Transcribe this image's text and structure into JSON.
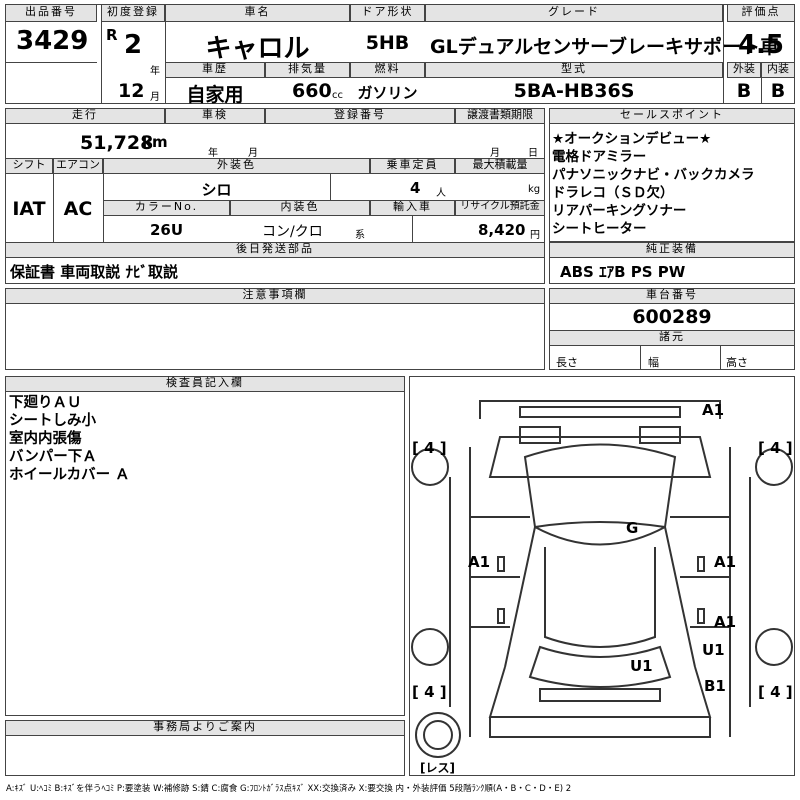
{
  "header": {
    "lot_label": "出品番号",
    "lot": "3429",
    "first_reg_label": "初度登録",
    "era": "R",
    "year": "2",
    "year_unit": "年",
    "month": "12",
    "month_unit": "月",
    "name_label": "車名",
    "name": "キャロル",
    "door_label": "ドア形状",
    "door": "5HB",
    "grade_label": "グレード",
    "grade": "GLデュアルセンサーブレーキサポート車",
    "score_label": "評価点",
    "score": "4.5",
    "history_label": "車歴",
    "history": "自家用",
    "disp_label": "排気量",
    "disp": "660",
    "disp_unit": "cc",
    "fuel_label": "燃料",
    "fuel": "ガソリン",
    "model_label": "型式",
    "model": "5BA-HB36S",
    "ext_label": "外装",
    "ext": "B",
    "int_label": "内装",
    "int": "B"
  },
  "row2": {
    "mileage_label": "走行",
    "mileage": "51,728",
    "mileage_unit": "km",
    "inspection_label": "車検",
    "insp_year": "年",
    "insp_month": "月",
    "regno_label": "登録番号",
    "transfer_label": "譲渡書類期限",
    "tr_month": "月",
    "tr_day": "日",
    "shift_label": "シフト",
    "shift": "IAT",
    "ac_label": "エアコン",
    "ac": "AC",
    "color_label": "外装色",
    "color": "シロ",
    "capacity_label": "乗車定員",
    "capacity": "4",
    "capacity_unit": "人",
    "load_label": "最大積載量",
    "load_unit": "kg",
    "colorno_label": "カラーNo.",
    "colorno": "26U",
    "interior_label": "内装色",
    "interior": "コン/クロ",
    "interior_unit": "系",
    "import_label": "輸入車",
    "recycle_label": "リサイクル預託金",
    "recycle": "8,420",
    "recycle_unit": "円",
    "later_label": "後日発送部品",
    "later": "保証書 車両取説 ﾅﾋﾞ取説"
  },
  "sales": {
    "label": "セールスポイント",
    "lines": [
      "★オークションデビュー★",
      "電格ドアミラー",
      "パナソニックナビ・バックカメラ",
      "ドラレコ（ＳＤ欠）",
      "リアパーキングソナー",
      "シートヒーター"
    ]
  },
  "equip": {
    "label": "純正装備",
    "value": "ABS ｴｱB PS PW"
  },
  "notes": {
    "label": "注意事項欄"
  },
  "chassis": {
    "label": "車台番号",
    "value": "600289",
    "spec_label": "諸元",
    "len": "長さ",
    "wid": "幅",
    "hgt": "高さ"
  },
  "inspector": {
    "label": "検査員記入欄",
    "lines": [
      "下廻りＡＵ",
      "シートしみ小",
      "室内内張傷",
      "バンパー下Ａ",
      "ホイールカバー Ａ"
    ]
  },
  "office": {
    "label": "事務局よりご案内"
  },
  "diagram": {
    "front": "A1",
    "hood": "G",
    "left_mid": "A1",
    "right_mid": "A1",
    "right_rear": "A1",
    "rear_u1": "U1",
    "rear_center": "U1",
    "rear_b1": "B1",
    "tire_fl": "4",
    "tire_fr": "4",
    "tire_rl": "4",
    "tire_rr": "4",
    "spare": "レス"
  },
  "legend": "A:ｷｽﾞ U:ﾍｺﾐ B:ｷｽﾞを伴うﾍｺﾐ P:要塗装 W:補修跡 S:錆 C:腐食 G:ﾌﾛﾝﾄｶﾞﾗｽ点ｷｽﾞ XX:交換済み X:要交換 内・外装評価 5段階ﾗﾝｸ順(A・B・C・D・E) 2"
}
